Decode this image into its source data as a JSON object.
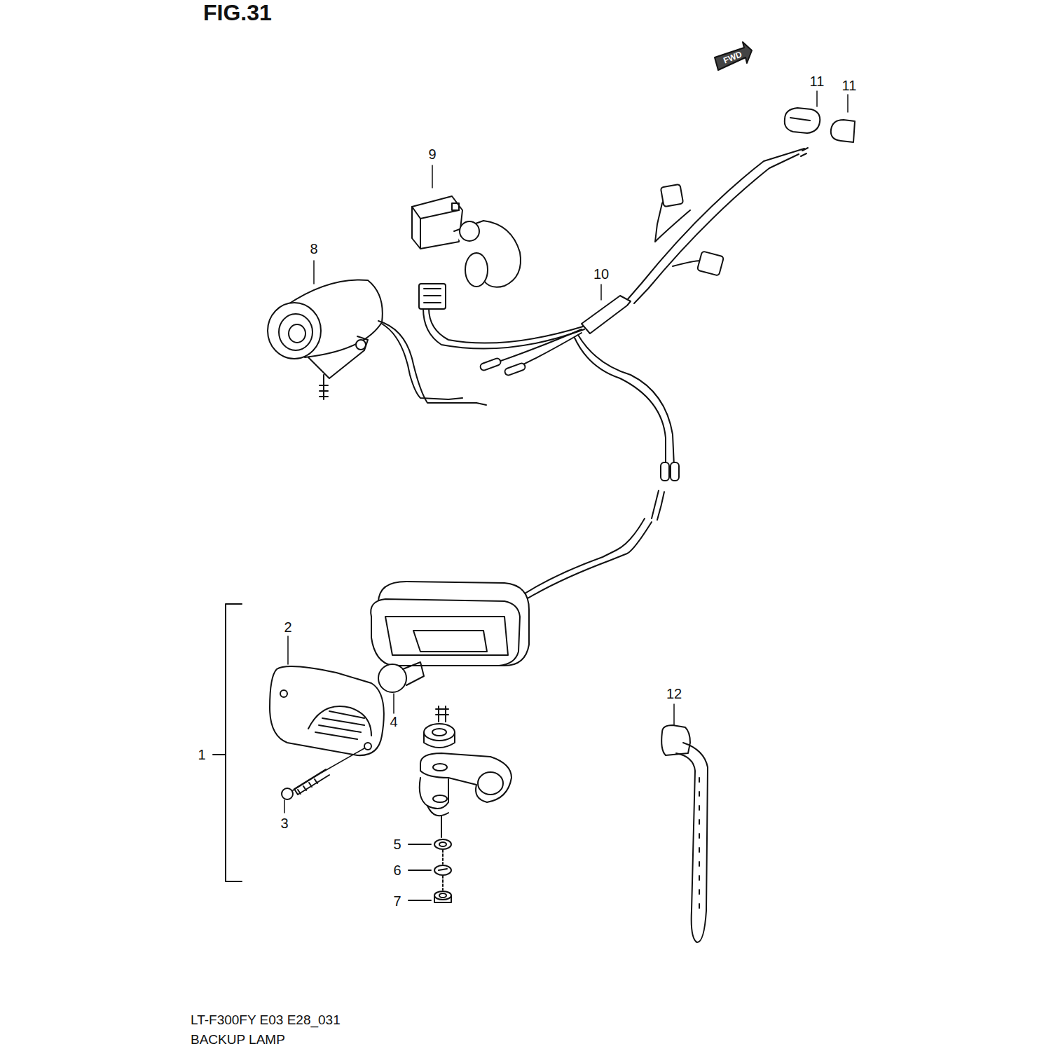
{
  "diagram": {
    "title": "FIG.31",
    "caption": "BACKUP LAMP",
    "labels": [
      "FWD",
      "11",
      "11",
      "9",
      "8",
      "10",
      "2",
      "4",
      "1",
      "3",
      "12",
      "5",
      "6",
      "7",
      "LT-F300FY E03 E28_031"
    ]
  }
}
